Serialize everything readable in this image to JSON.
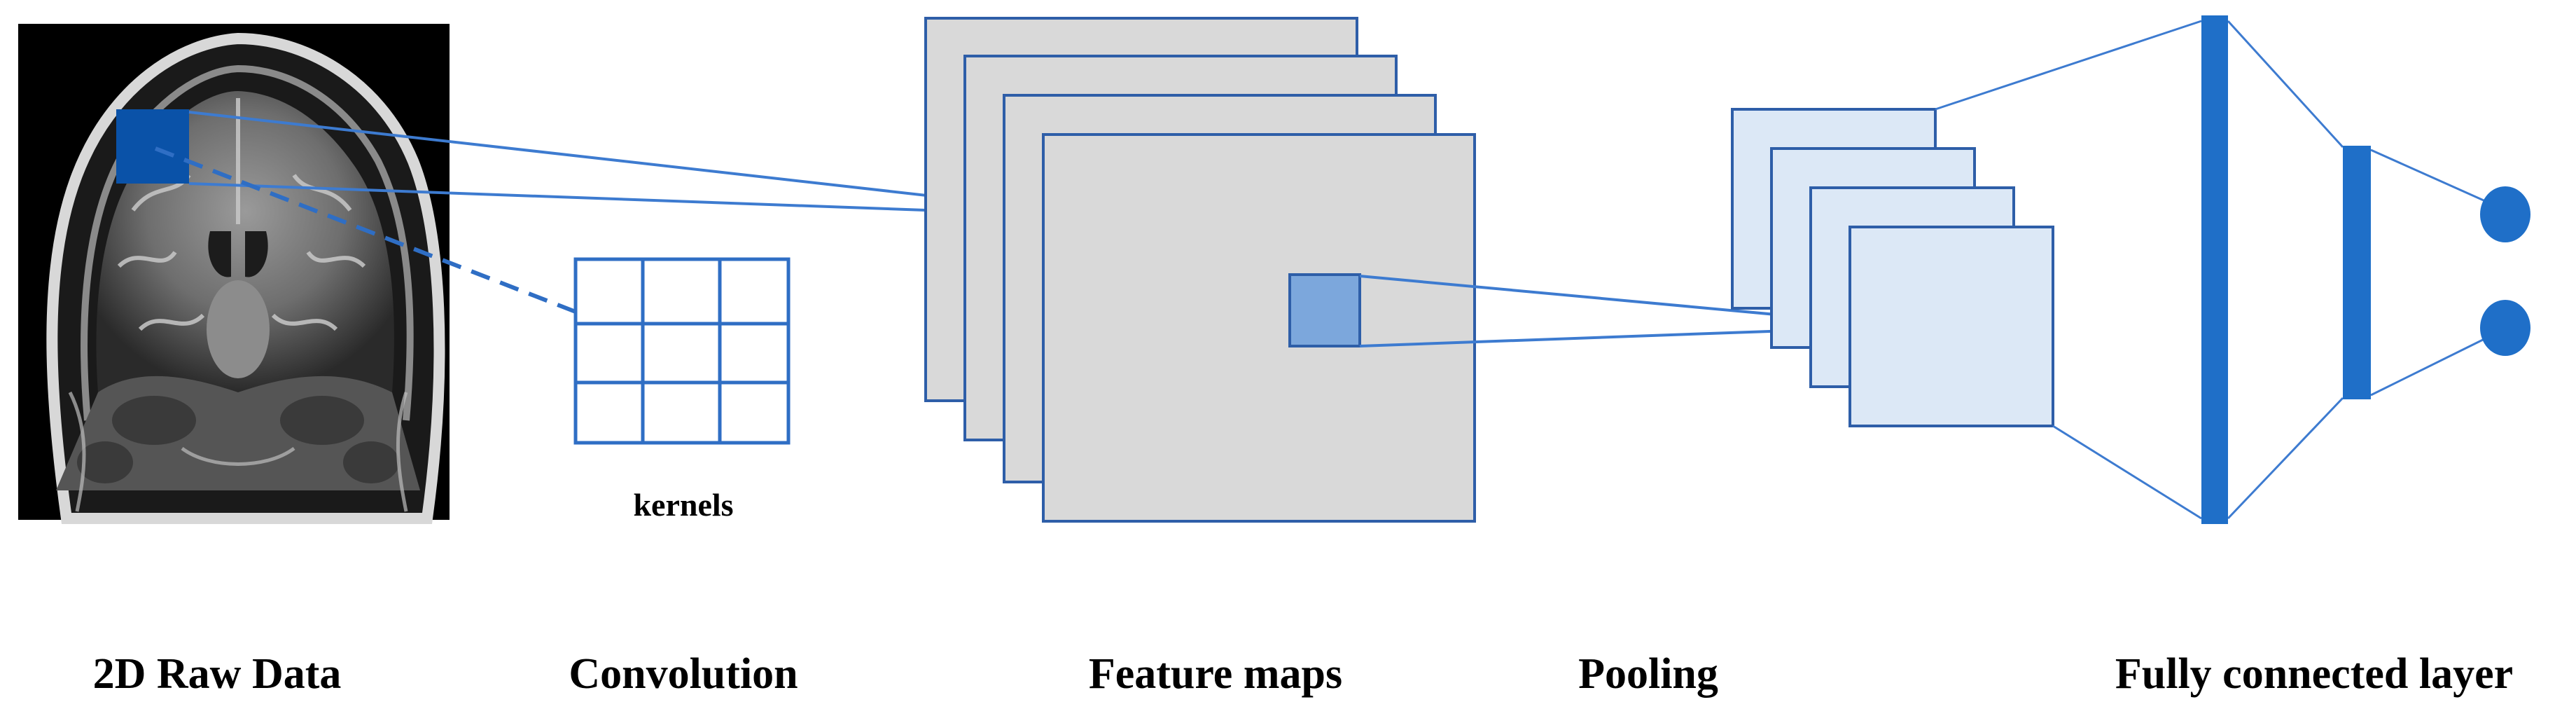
{
  "labels": {
    "raw_data": "2D Raw Data",
    "convolution": "Convolution",
    "kernels": "kernels",
    "feature_maps": "Feature maps",
    "pooling": "Pooling",
    "fully_connected": "Fully connected layer"
  },
  "colors": {
    "accent_blue": "#1f6fc8",
    "dark_blue": "#0a52a8",
    "feature_map_fill": "#d9d9d9",
    "feature_map_stroke": "#2e5ea8",
    "pooling_fill": "#dce8f6",
    "pool_window": "#7ca7dc",
    "line": "#3d7bd0"
  },
  "structure": {
    "kernel_grid": {
      "rows": 3,
      "cols": 3
    },
    "feature_map_count": 4,
    "pooling_map_count": 4,
    "dense_layer_count": 2,
    "output_node_count": 2
  }
}
